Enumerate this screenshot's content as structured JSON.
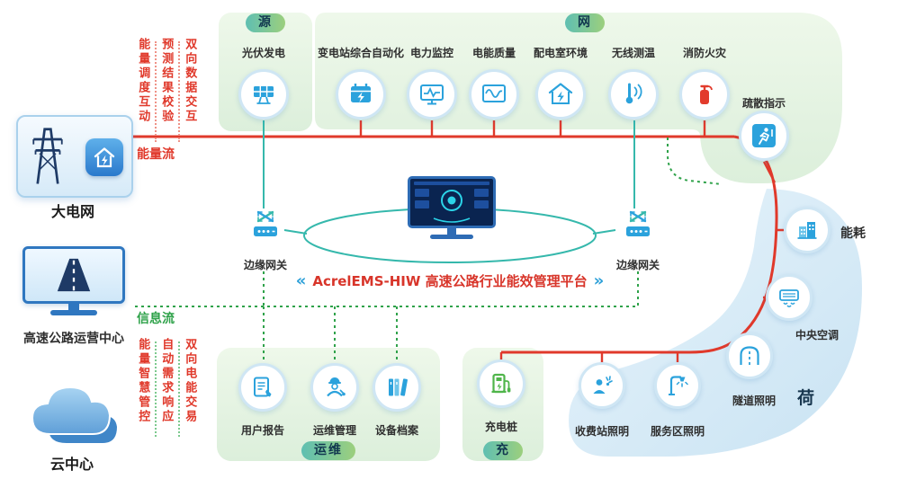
{
  "colors": {
    "energy_flow": "#e0392b",
    "info_flow": "#2fa24a",
    "platform_link": "#35b8ac",
    "icon_blue": "#2ba2dc",
    "section_green_bg": "#e4f2e0",
    "section_blue_bg": "#d7eaf6",
    "header_pill_start": "#5fbfb2",
    "header_pill_end": "#9ccf7d",
    "title_red": "#d8352a",
    "charging_green": "#4fb54a",
    "fire_red": "#e23b2c",
    "dark_navy": "#1e3a66"
  },
  "left_panel": {
    "grid_label": "大电网",
    "operation_center_label": "高速公路运营中心",
    "cloud_label": "云中心"
  },
  "flows": {
    "energy_flow_label": "能量流",
    "info_flow_label": "信息流",
    "top_phrases": [
      "能量调度互动",
      "预测结果校验",
      "双向数据交互"
    ],
    "bottom_phrases": [
      "能量智慧管控",
      "自动需求响应",
      "双向电能交易"
    ]
  },
  "sections": {
    "source": {
      "header": "源",
      "pv_label": "光伏发电"
    },
    "network": {
      "header": "网",
      "items": [
        "变电站综合自动化",
        "电力监控",
        "电能质量",
        "配电室环境",
        "无线测温",
        "消防火灾",
        "疏散指示"
      ]
    },
    "load": {
      "header": "荷",
      "items": [
        "能耗",
        "中央空调",
        "隧道照明",
        "收费站照明",
        "服务区照明"
      ]
    },
    "operations": {
      "header": "运维",
      "items": [
        "用户报告",
        "运维管理",
        "设备档案"
      ]
    },
    "charging": {
      "header": "充",
      "item": "充电桩"
    }
  },
  "center": {
    "platform_title": "AcrelEMS-HIW 高速公路行业能效管理平台",
    "left_chevron": "«",
    "right_chevron": "»",
    "gateway_left_label": "边缘网关",
    "gateway_right_label": "边缘网关"
  },
  "icons": {
    "solar-panel-icon": "panel-grid",
    "substation-automation-icon": "device-bolt",
    "power-monitoring-icon": "monitor-pulse",
    "power-quality-icon": "monitor-sine",
    "distribution-room-env-icon": "house-bolt",
    "wireless-temperature-icon": "thermometer-wifi",
    "fire-extinguisher-icon": "extinguisher",
    "evacuation-sign-icon": "running-man-sign",
    "energy-consumption-icon": "buildings",
    "central-ac-icon": "ac-unit",
    "tunnel-lighting-icon": "tunnel-arch",
    "toll-station-lighting-icon": "person-light",
    "service-area-lighting-icon": "street-lamp",
    "user-report-icon": "document-pencil",
    "om-management-icon": "worker-helmet",
    "equipment-archive-icon": "books",
    "charging-pile-icon": "ev-charger",
    "gateway-icon": "arrows-device",
    "transmission-tower-icon": "pylon",
    "home-bolt-icon": "house-bolt",
    "highway-road-icon": "road",
    "cloud-icon": "cloud",
    "dashboard-screen-icon": "dashboard"
  }
}
